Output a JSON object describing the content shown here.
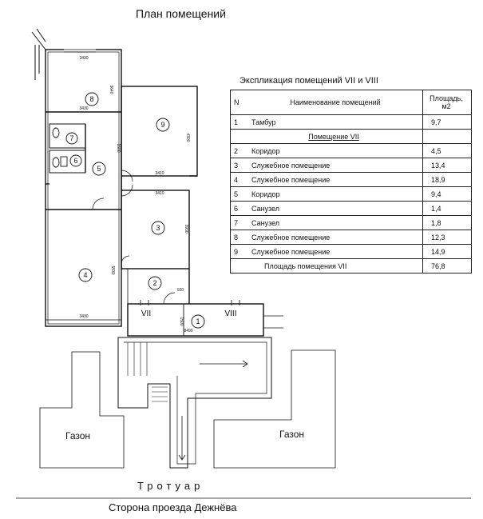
{
  "plan": {
    "title": "План помещений",
    "room_labels": [
      "1",
      "2",
      "3",
      "4",
      "5",
      "6",
      "7",
      "8",
      "9"
    ],
    "premise_labels": {
      "vii": "VII",
      "viii": "VIII"
    },
    "dimensions": [
      "3430",
      "3430",
      "3640",
      "4300",
      "1500",
      "3410",
      "3410",
      "3930",
      "5530",
      "920",
      "3430",
      "1500",
      "8490"
    ],
    "ground_labels": {
      "lawn_left": "Газон",
      "lawn_right": "Газон",
      "sidewalk": "Тротуар",
      "street_side": "Сторона проезда Дежнёва"
    }
  },
  "explication": {
    "caption": "Экспликация помещений VII и VIII",
    "header": {
      "no": "N",
      "name": "Наименование помещений",
      "area": "Площадь, м2"
    },
    "first_row": {
      "no": "1",
      "name": "Тамбур",
      "area": "9,7"
    },
    "section_title": "Помещение VII",
    "rows": [
      {
        "no": "2",
        "name": "Коридор",
        "area": "4,5"
      },
      {
        "no": "3",
        "name": "Служебное помещение",
        "area": "13,4"
      },
      {
        "no": "4",
        "name": "Служебное помещение",
        "area": "18,9"
      },
      {
        "no": "5",
        "name": "Коридор",
        "area": "9,4"
      },
      {
        "no": "6",
        "name": "Санузел",
        "area": "1,4"
      },
      {
        "no": "7",
        "name": "Санузел",
        "area": "1,8"
      },
      {
        "no": "8",
        "name": "Служебное помещение",
        "area": "12,3"
      },
      {
        "no": "9",
        "name": "Служебное помещение",
        "area": "14,9"
      }
    ],
    "total": {
      "name": "Площадь помещения VII",
      "area": "76,8"
    }
  }
}
